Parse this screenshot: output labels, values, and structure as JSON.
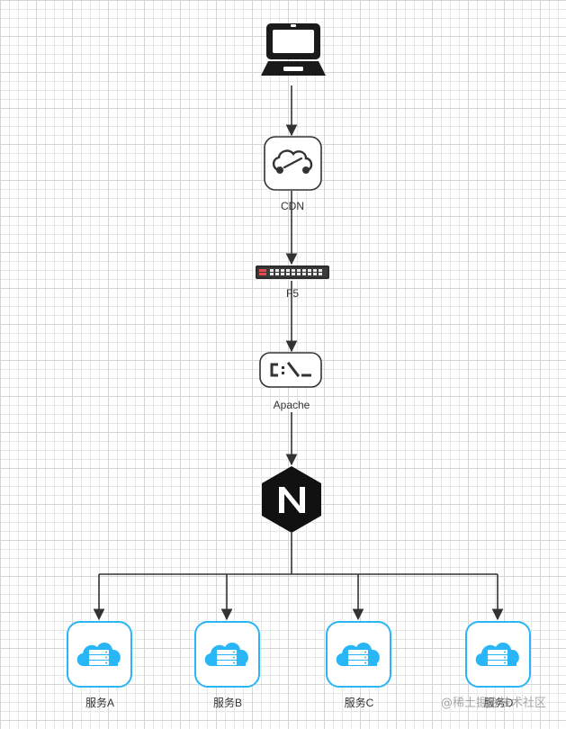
{
  "nodes": {
    "laptop": {
      "label": ""
    },
    "cdn": {
      "label": "CDN"
    },
    "f5": {
      "label": "F5"
    },
    "apache": {
      "label": "Apache"
    },
    "nginx": {
      "label": ""
    }
  },
  "services": [
    {
      "label": "服务A"
    },
    {
      "label": "服务B"
    },
    {
      "label": "服务C"
    },
    {
      "label": "服务D"
    }
  ],
  "watermark": "@稀土掘金技术社区",
  "colors": {
    "edge": "#333333",
    "icon_dark": "#1a1a1a",
    "service_border": "#29b6f6",
    "service_cloud": "#29b6f6"
  },
  "icons": {
    "laptop": "laptop-icon",
    "cdn": "cdn-cloud-icon",
    "f5": "network-switch-icon",
    "apache": "terminal-icon",
    "nginx": "nginx-logo-icon",
    "service": "cloud-server-icon"
  }
}
